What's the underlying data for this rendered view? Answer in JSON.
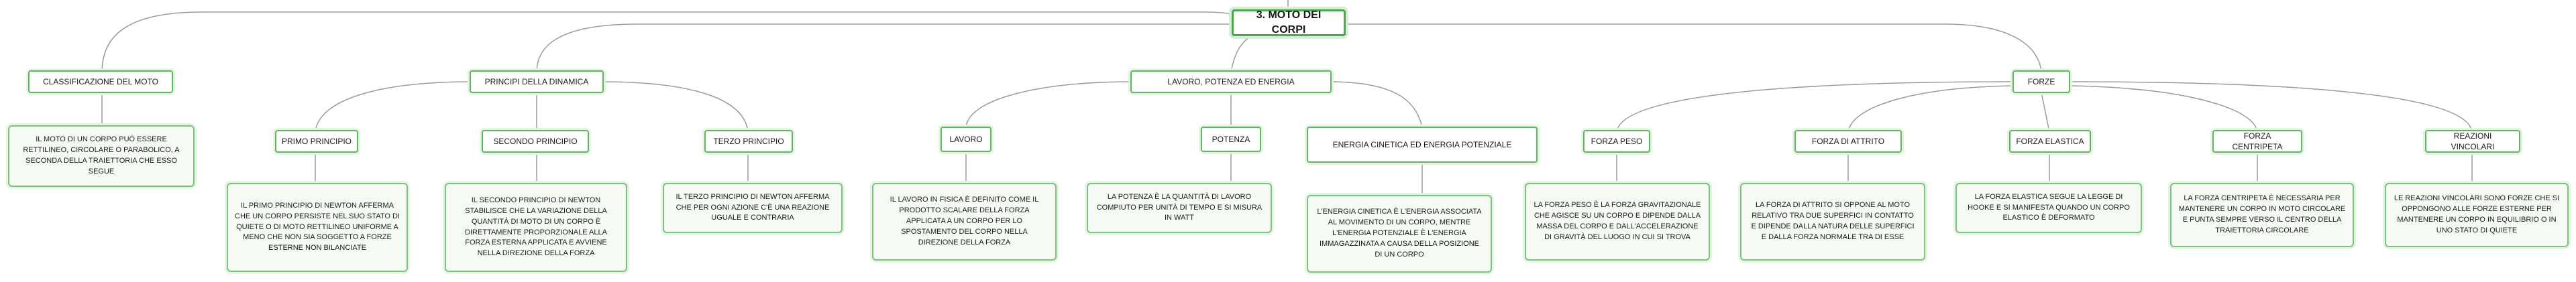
{
  "root": {
    "label": "3. MOTO DEI CORPI"
  },
  "branches": [
    {
      "id": "classificazione",
      "label": "CLASSIFICAZIONE DEL MOTO",
      "items": [
        {
          "id": "classificazione-text",
          "text": "IL MOTO DI UN CORPO PUÒ ESSERE RETTILINEO, CIRCOLARE O PARABOLICO, A SECONDA DELLA TRAIETTORIA CHE ESSO SEGUE"
        }
      ]
    },
    {
      "id": "principi",
      "label": "PRINCIPI DELLA DINAMICA",
      "items": [
        {
          "id": "primo",
          "label": "PRIMO PRINCIPIO",
          "text": "IL PRIMO PRINCIPIO DI NEWTON AFFERMA CHE UN CORPO PERSISTE NEL SUO STATO DI QUIETE O DI MOTO RETTILINEO UNIFORME A MENO CHE NON SIA SOGGETTO A FORZE ESTERNE NON BILANCIATE"
        },
        {
          "id": "secondo",
          "label": "SECONDO PRINCIPIO",
          "text": "IL SECONDO PRINCIPIO DI NEWTON STABILISCE CHE LA VARIAZIONE DELLA QUANTITÀ DI MOTO DI UN CORPO È DIRETTAMENTE PROPORZIONALE ALLA FORZA ESTERNA APPLICATA E AVVIENE NELLA DIREZIONE DELLA FORZA"
        },
        {
          "id": "terzo",
          "label": "TERZO PRINCIPIO",
          "text": "IL TERZO PRINCIPIO DI NEWTON AFFERMA CHE PER OGNI AZIONE C'È UNA REAZIONE UGUALE E CONTRARIA"
        }
      ]
    },
    {
      "id": "lavoro-potenza",
      "label": "LAVORO, POTENZA ED ENERGIA",
      "items": [
        {
          "id": "lavoro",
          "label": "LAVORO",
          "text": "IL LAVORO IN FISICA È DEFINITO COME IL PRODOTTO SCALARE DELLA FORZA APPLICATA A UN CORPO PER LO SPOSTAMENTO DEL CORPO NELLA DIREZIONE DELLA FORZA"
        },
        {
          "id": "potenza",
          "label": "POTENZA",
          "text": "LA POTENZA È LA QUANTITÀ DI LAVORO COMPIUTO PER UNITÀ DI TEMPO E SI MISURA IN WATT"
        },
        {
          "id": "energia",
          "label": "ENERGIA CINETICA ED ENERGIA POTENZIALE",
          "text": "L'ENERGIA CINETICA È L'ENERGIA ASSOCIATA AL MOVIMENTO DI UN CORPO, MENTRE L'ENERGIA POTENZIALE È L'ENERGIA IMMAGAZZINATA A CAUSA DELLA POSIZIONE DI UN CORPO"
        }
      ]
    },
    {
      "id": "forze",
      "label": "FORZE",
      "items": [
        {
          "id": "peso",
          "label": "FORZA PESO",
          "text": "LA FORZA PESO È LA FORZA GRAVITAZIONALE CHE AGISCE SU UN CORPO E DIPENDE DALLA MASSA DEL CORPO E DALL'ACCELERAZIONE DI GRAVITÀ DEL LUOGO IN CUI SI TROVA"
        },
        {
          "id": "attrito",
          "label": "FORZA DI ATTRITO",
          "text": "LA FORZA DI ATTRITO SI OPPONE AL MOTO RELATIVO TRA DUE SUPERFICI IN CONTATTO E DIPENDE DALLA NATURA DELLE SUPERFICI E DALLA FORZA NORMALE TRA DI ESSE"
        },
        {
          "id": "elastica",
          "label": "FORZA ELASTICA",
          "text": "LA FORZA ELASTICA SEGUE LA LEGGE DI HOOKE E SI MANIFESTA QUANDO UN CORPO ELASTICO È DEFORMATO"
        },
        {
          "id": "centripeta",
          "label": "FORZA CENTRIPETA",
          "text": "LA FORZA CENTRIPETA È NECESSARIA PER MANTENERE UN CORPO IN MOTO CIRCOLARE E PUNTA SEMPRE VERSO IL CENTRO DELLA TRAIETTORIA CIRCOLARE"
        },
        {
          "id": "vincolari",
          "label": "REAZIONI VINCOLARI",
          "text": "LE REAZIONI VINCOLARI SONO FORZE CHE SI OPPONGONO ALLE FORZE ESTERNE PER MANTENERE UN CORPO IN EQUILIBRIO O IN UNO STATO DI QUIETE"
        }
      ]
    }
  ]
}
